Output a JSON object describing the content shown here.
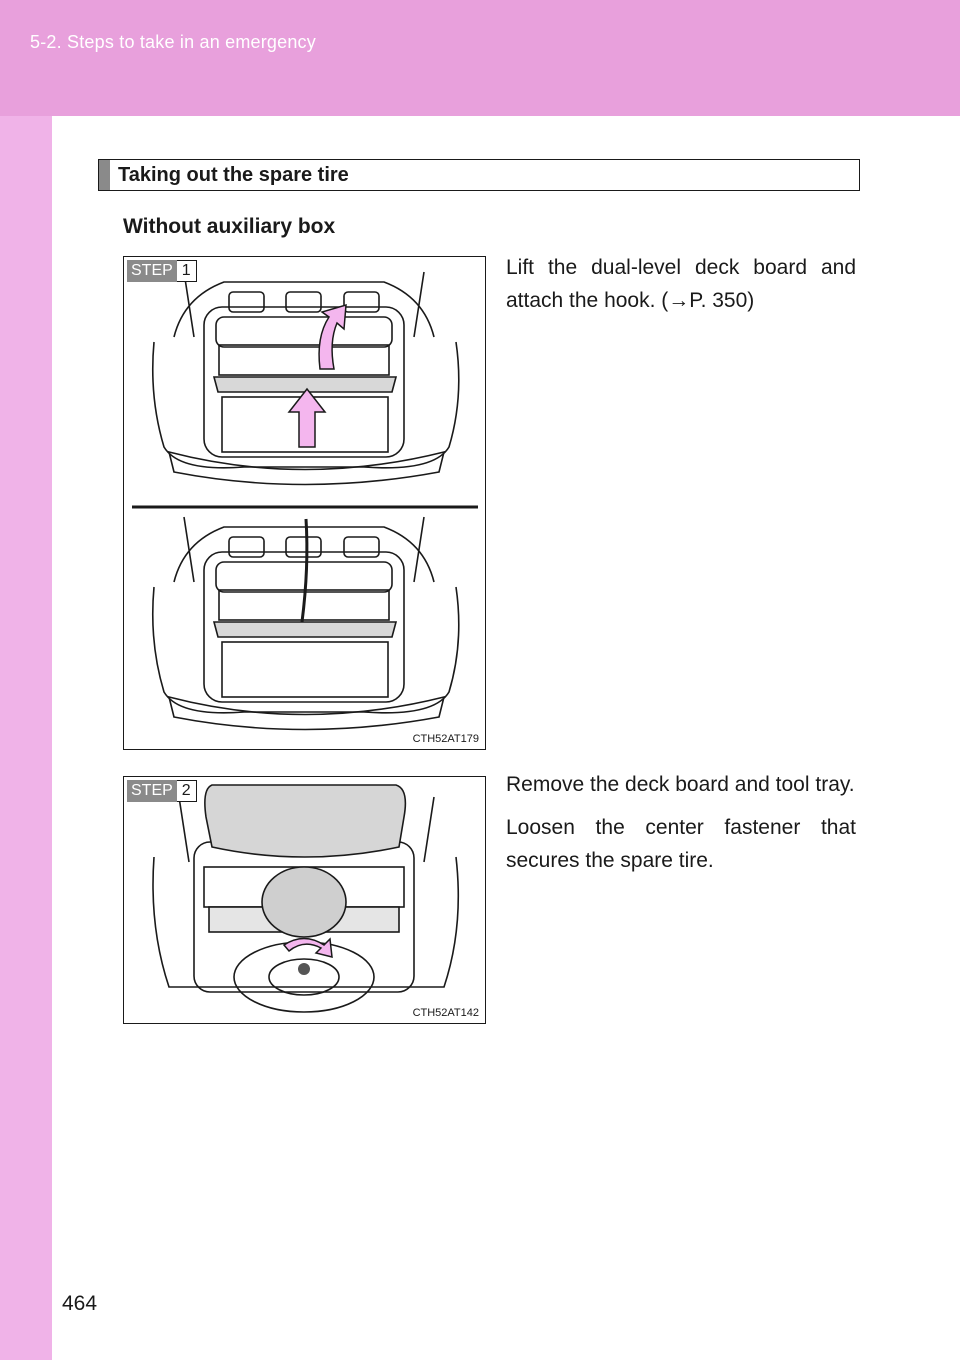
{
  "header": {
    "chapter": "5-2. Steps to take in an emergency"
  },
  "page_number": "464",
  "section": {
    "heading": "Taking out the spare tire"
  },
  "subheading": "Without auxiliary box",
  "steps": [
    {
      "label": "STEP",
      "number": "1",
      "paragraphs": [
        "Lift the dual-level deck board and attach the hook. (→P. 350)"
      ],
      "figure_code": "CTH52AT179"
    },
    {
      "label": "STEP",
      "number": "2",
      "paragraphs": [
        "Remove the deck board and tool tray.",
        "Loosen the center fastener that secures the spare tire."
      ],
      "figure_code": "CTH52AT142"
    }
  ],
  "colors": {
    "header_band": "#e8a0dc",
    "side_band": "#f0b3e8",
    "arrow": "#f4b6ee",
    "step_tag": "#8a8a8a"
  }
}
